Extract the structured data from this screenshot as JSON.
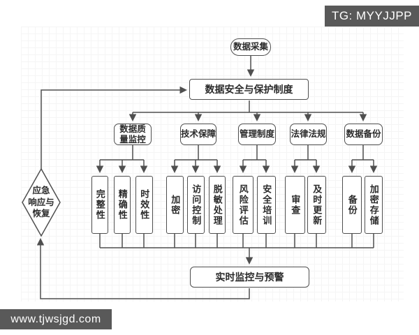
{
  "watermarks": {
    "tg_badge": "TG: MYYJJPP",
    "site_badge": "www.tjwsjgd.com"
  },
  "diagram": {
    "start": "数据采集",
    "policy": "数据安全与保护制度",
    "branches": [
      {
        "label": "数据质\n量监控",
        "children": [
          "完整性",
          "精确性",
          "时效性"
        ]
      },
      {
        "label": "技术保障",
        "children": [
          "加密",
          "访问控制",
          "脱敏处理"
        ]
      },
      {
        "label": "管理制度",
        "children": [
          "风险评估",
          "安全培训"
        ]
      },
      {
        "label": "法律法规",
        "children": [
          "审查",
          "及时更新"
        ]
      },
      {
        "label": "数据备份",
        "children": [
          "备份",
          "加密存储"
        ]
      }
    ],
    "monitor": "实时监控与预警",
    "emergency": "应急\n响应与\n恢复"
  },
  "colors": {
    "badge_background": "#595959",
    "badge_text": "#ffffff",
    "line": "#4f4f4f",
    "node_border": "#4f4f4f",
    "node_fill": "#ffffff",
    "text": "#2b2b2b",
    "grid": "#ededed"
  }
}
